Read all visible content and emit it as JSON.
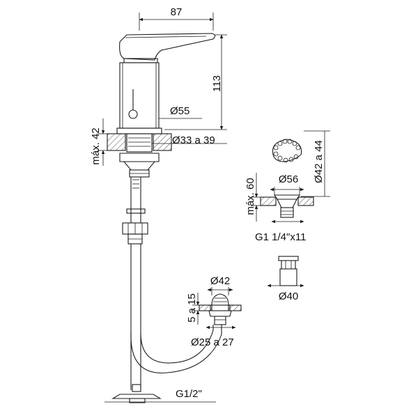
{
  "drawing": {
    "labels": {
      "width_87": "87",
      "height_113": "113",
      "body_d55": "Ø55",
      "hole_d33_39": "Ø33 a 39",
      "max_42": "máx. 42",
      "max_60": "máx. 60",
      "d56": "Ø56",
      "d42_44": "Ø42 a 44",
      "thread_g1": "G1 1/4\"x11",
      "d40": "Ø40",
      "d42": "Ø42",
      "range_5_15": "5 a 15",
      "d25_27": "Ø25 a 27",
      "thread_g12": "G1/2\""
    }
  },
  "colors": {
    "line": "#1a1a1a",
    "background": "#ffffff"
  }
}
